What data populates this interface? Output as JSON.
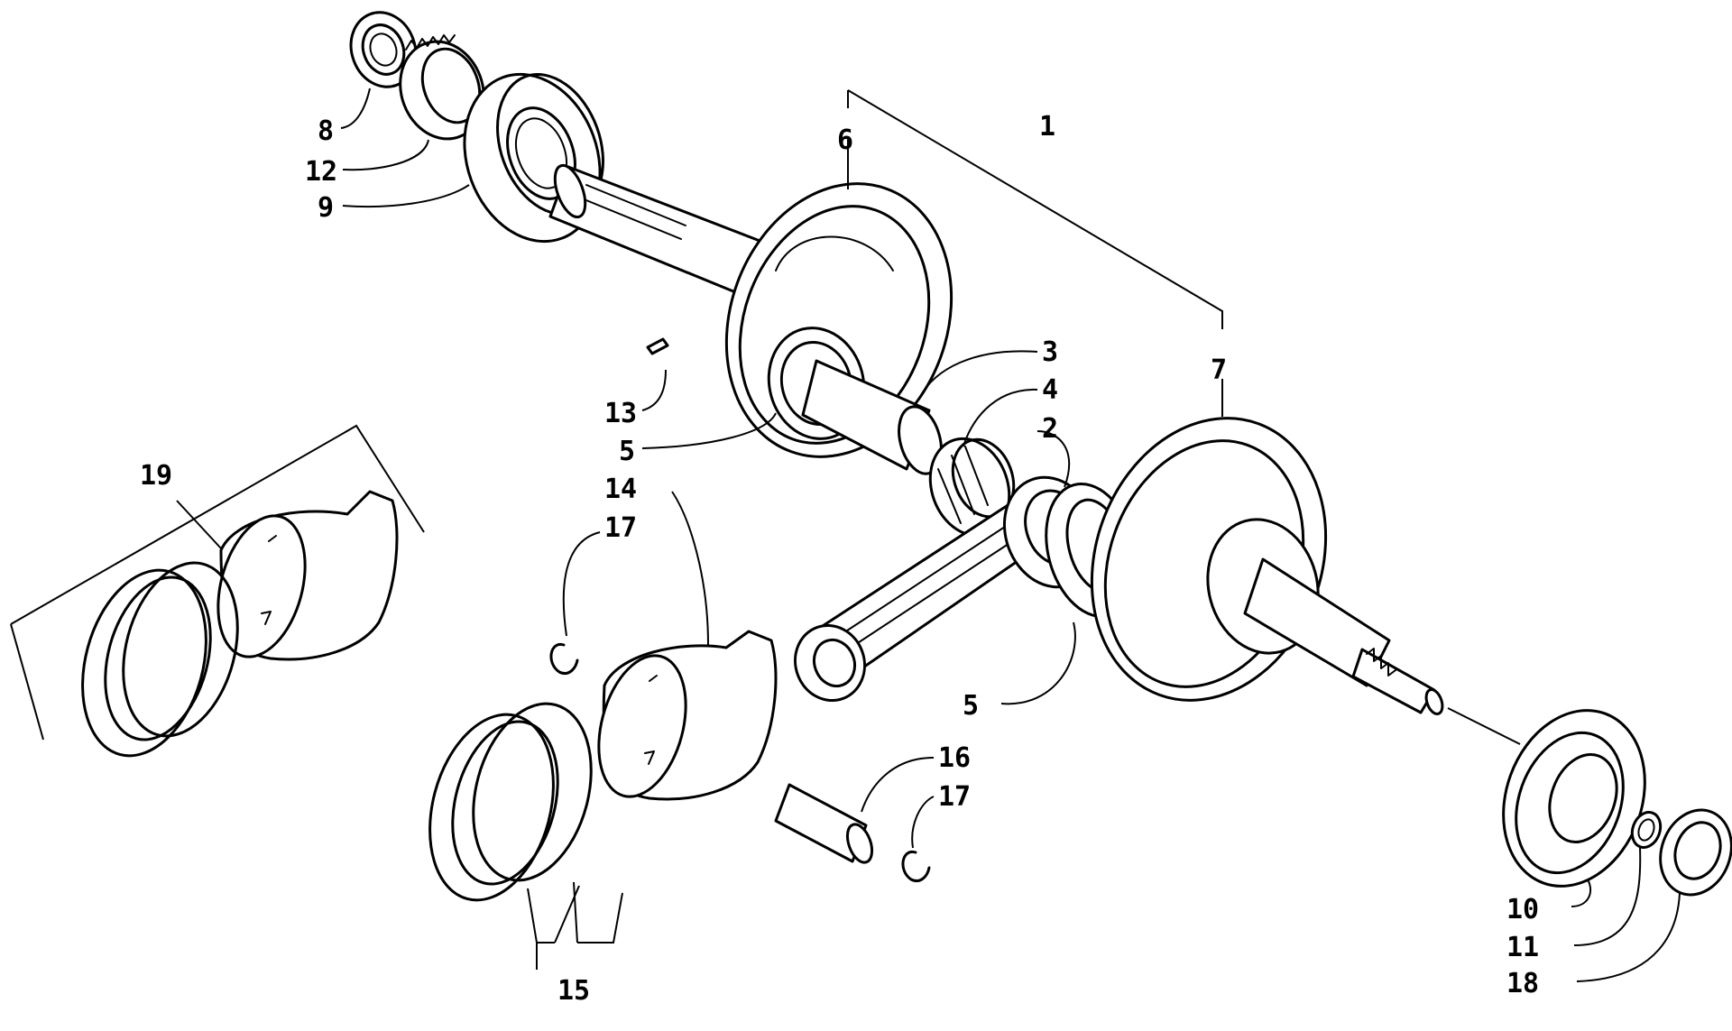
{
  "diagram": {
    "callouts": {
      "c1": "1",
      "c2": "2",
      "c3": "3",
      "c4": "4",
      "c5a": "5",
      "c5b": "5",
      "c6": "6",
      "c7": "7",
      "c8": "8",
      "c9": "9",
      "c10": "10",
      "c11": "11",
      "c12": "12",
      "c13": "13",
      "c14": "14",
      "c15": "15",
      "c16": "16",
      "c17a": "17",
      "c17b": "17",
      "c18": "18",
      "c19": "19"
    }
  }
}
